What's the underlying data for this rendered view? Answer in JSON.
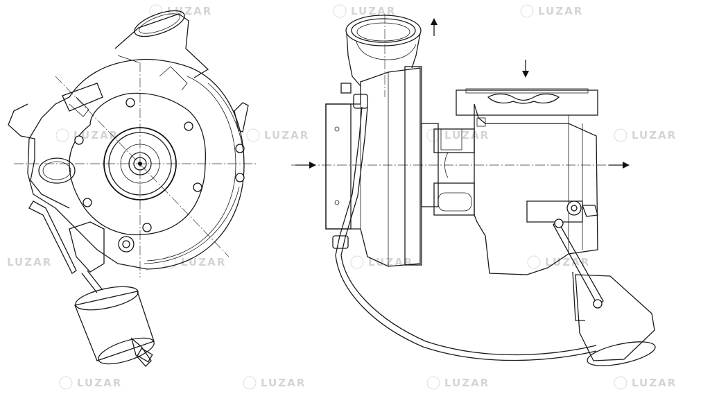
{
  "watermark": {
    "brand": "LUZAR",
    "color": "#d4d4d4"
  },
  "drawing": {
    "line_color": "#1a1a1a",
    "background": "#ffffff",
    "views": [
      "front-view",
      "side-view"
    ]
  },
  "flow_arrows": [
    "inlet-arrow",
    "outlet-arrow",
    "exhaust-up-arrow",
    "exhaust-in-arrow"
  ]
}
